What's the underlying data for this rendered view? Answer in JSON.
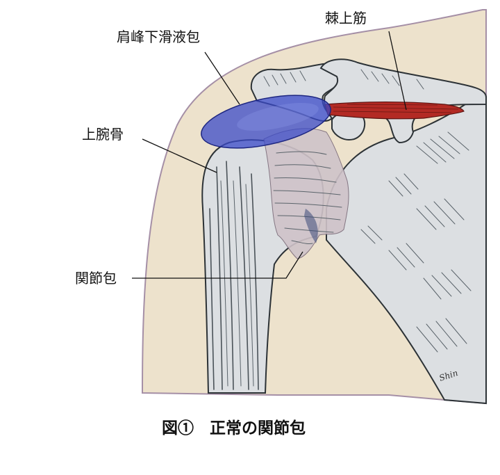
{
  "labels": {
    "bursa": "肩峰下滑液包",
    "supraspinatus": "棘上筋",
    "humerus": "上腕骨",
    "capsule": "関節包"
  },
  "caption": "図①　正常の関節包",
  "signature": "Shin",
  "colors": {
    "skin": "#ede2cc",
    "skin_outline": "#a58fa6",
    "bone": "#dcdfe2",
    "capsule": "#cfc3c9",
    "bursa": "#3a49c8",
    "muscle": "#b32a24"
  }
}
